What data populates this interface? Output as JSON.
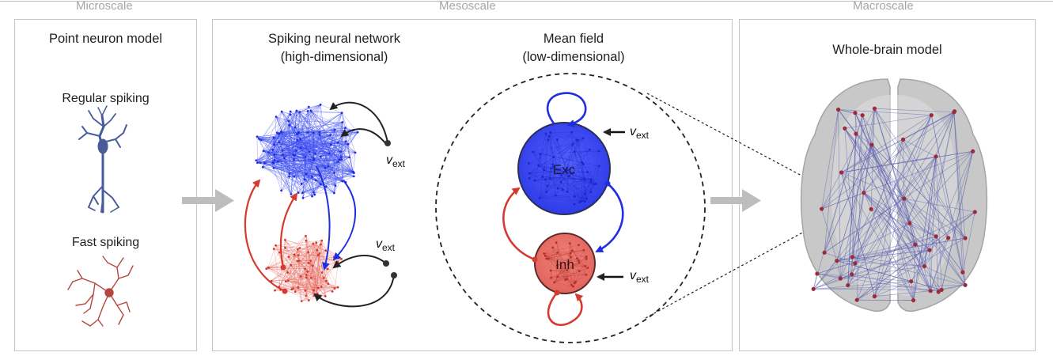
{
  "scales": {
    "micro": "Microscale",
    "meso": "Mesoscale",
    "macro": "Macroscale"
  },
  "micro_panel": {
    "title": "Point neuron model",
    "regular": "Regular spiking",
    "fast": "Fast spiking"
  },
  "meso_panel": {
    "snn_title_line1": "Spiking neural network",
    "snn_title_line2": "(high-dimensional)",
    "mf_title_line1": "Mean field",
    "mf_title_line2": "(low-dimensional)",
    "exc_label": "Exc",
    "inh_label": "Inh",
    "vext_main": "v",
    "vext_sub": "ext"
  },
  "macro_panel": {
    "title": "Whole-brain model"
  },
  "colors": {
    "excitatory": "#1f2fe0",
    "inhibitory": "#d63a2f",
    "neuron_regular": "#4a5b9a",
    "neuron_fast": "#b5463e",
    "arrow_grey": "#bdbdbd",
    "panel_border": "#c6c6c6"
  }
}
